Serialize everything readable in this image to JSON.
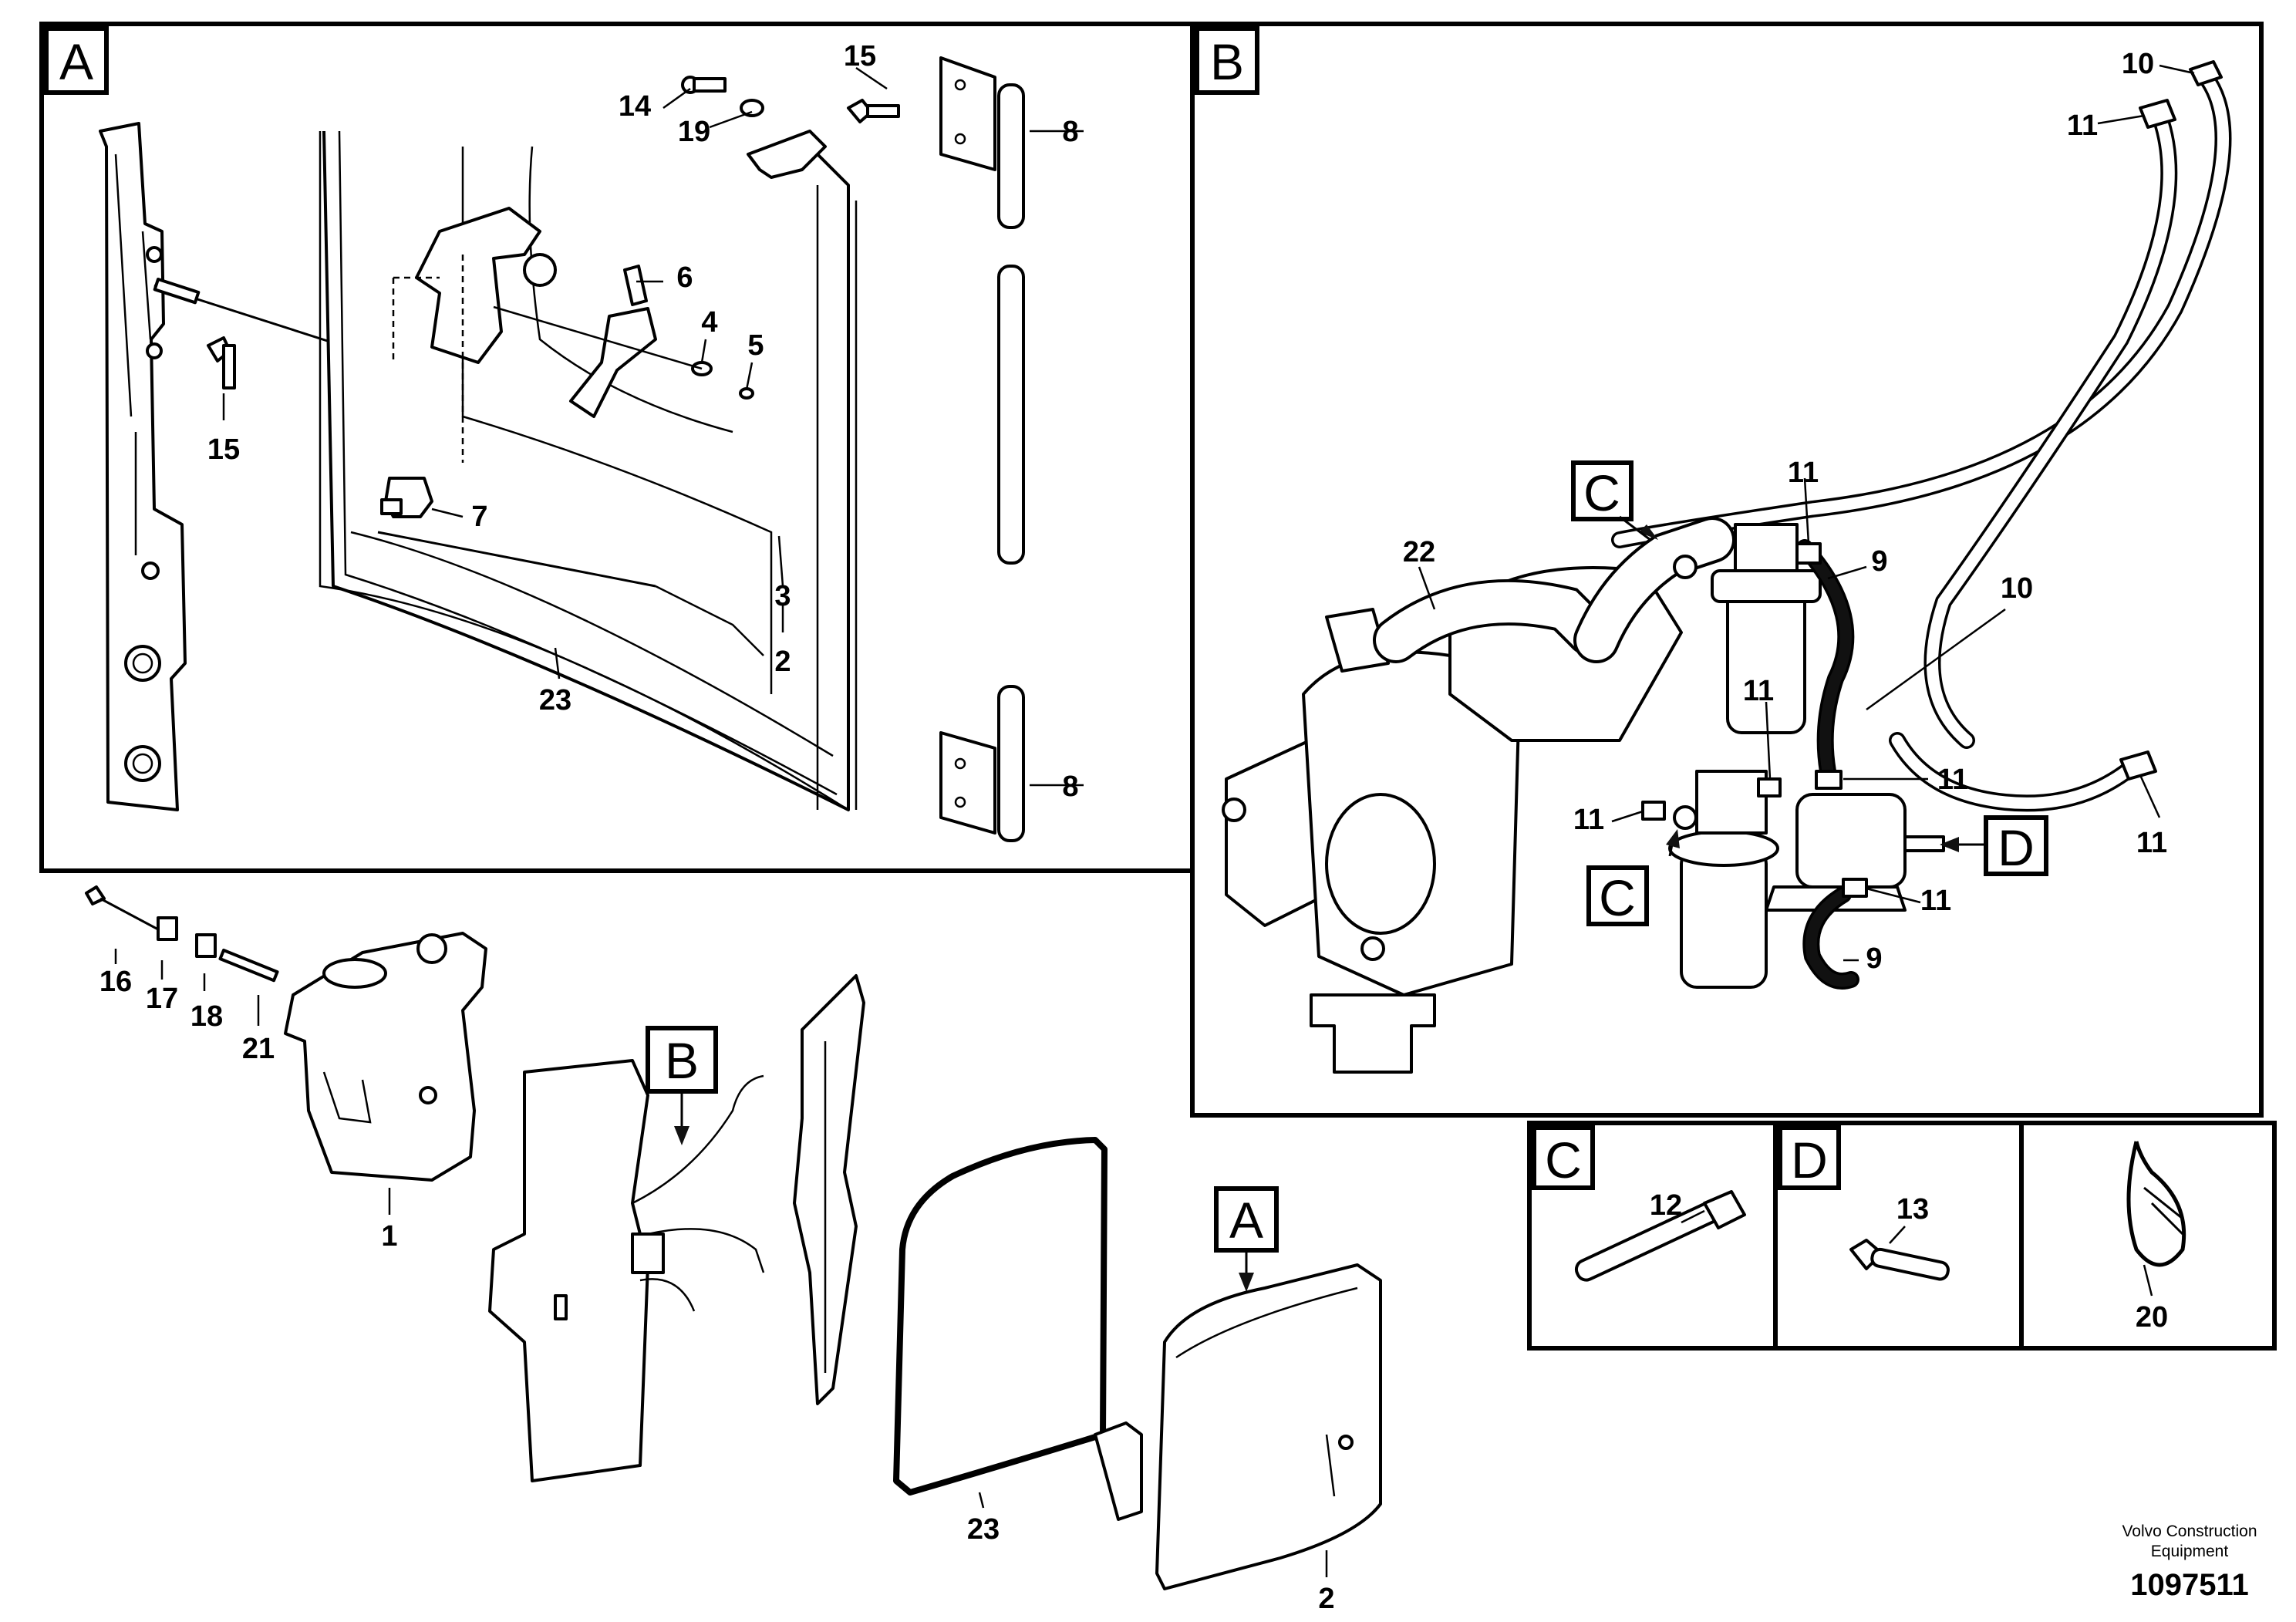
{
  "section_labels": {
    "panel_a": "A",
    "panel_b": "B",
    "panel_c": "C",
    "panel_d": "D",
    "view_b_ref": "B",
    "view_a_ref": "A",
    "callout_c_1": "C",
    "callout_c_2": "C",
    "callout_d": "D"
  },
  "callouts": {
    "a_15_top": "15",
    "a_14": "14",
    "a_19": "19",
    "a_8_top": "8",
    "a_6": "6",
    "a_4": "4",
    "a_5": "5",
    "a_15_left": "15",
    "a_7": "7",
    "a_3": "3",
    "a_2": "2",
    "a_23": "23",
    "a_8_bottom": "8",
    "b_10_top": "10",
    "b_11_top": "11",
    "b_11_a": "11",
    "b_9_top": "9",
    "b_22": "22",
    "b_10_mid": "10",
    "b_11_b": "11",
    "b_11_c": "11",
    "b_11_d": "11",
    "b_11_e": "11",
    "b_11_right": "11",
    "b_9_bottom": "9",
    "c_12": "12",
    "d_13": "13",
    "clamp_20": "20",
    "m_16": "16",
    "m_17": "17",
    "m_18": "18",
    "m_21": "21",
    "m_1": "1",
    "m_23": "23",
    "m_2": "2"
  },
  "footer": {
    "credit_line1": "Volvo Construction",
    "credit_line2": "Equipment",
    "doc_number": "1097511"
  }
}
